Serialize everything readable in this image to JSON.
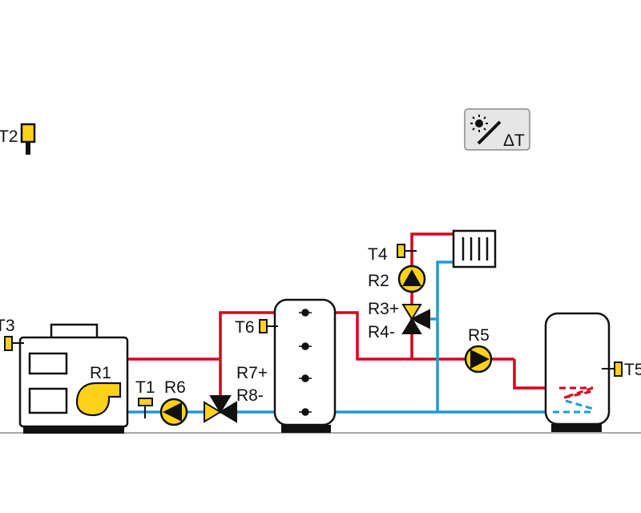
{
  "colors": {
    "hot": "#d9001b",
    "cold": "#1f9ad6",
    "sensor": "#ffd21a",
    "pump": "#ffd21a",
    "line": "#111111",
    "panel": "#e6e6e6"
  },
  "labels": {
    "t1": "T1",
    "t2": "T2",
    "t3": "T3",
    "t4": "T4",
    "t5": "T5",
    "t6": "T6",
    "r1": "R1",
    "r2": "R2",
    "r3": "R3+",
    "r4": "R4-",
    "r5": "R5",
    "r6": "R6",
    "r7": "R7+",
    "r8": "R8-",
    "delta_t": "ΔT"
  },
  "icons": {
    "control_panel": "sun-delta-t-icon",
    "boiler_fan": "blower-fan-icon",
    "radiator": "radiator-icon"
  }
}
